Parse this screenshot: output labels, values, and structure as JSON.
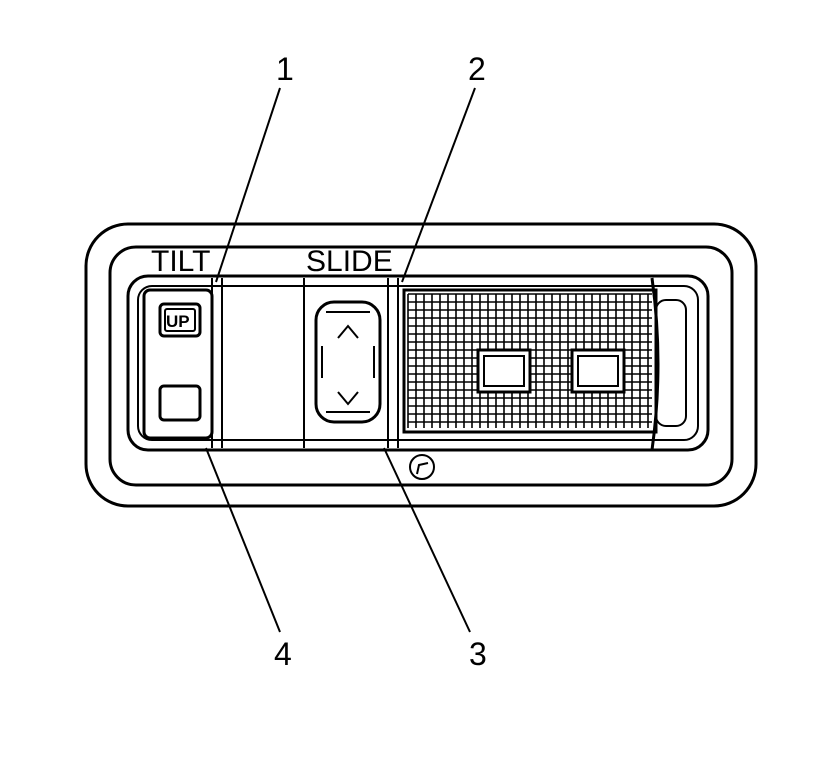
{
  "labels": {
    "tilt": "TILT",
    "slide": "SLIDE",
    "up_button": "UP"
  },
  "callouts": [
    {
      "number": "1"
    },
    {
      "number": "2"
    },
    {
      "number": "3"
    },
    {
      "number": "4"
    }
  ],
  "icons": {
    "slide_open": "chevron-up-icon",
    "slide_close": "chevron-down-icon",
    "screw": "screw-icon"
  }
}
